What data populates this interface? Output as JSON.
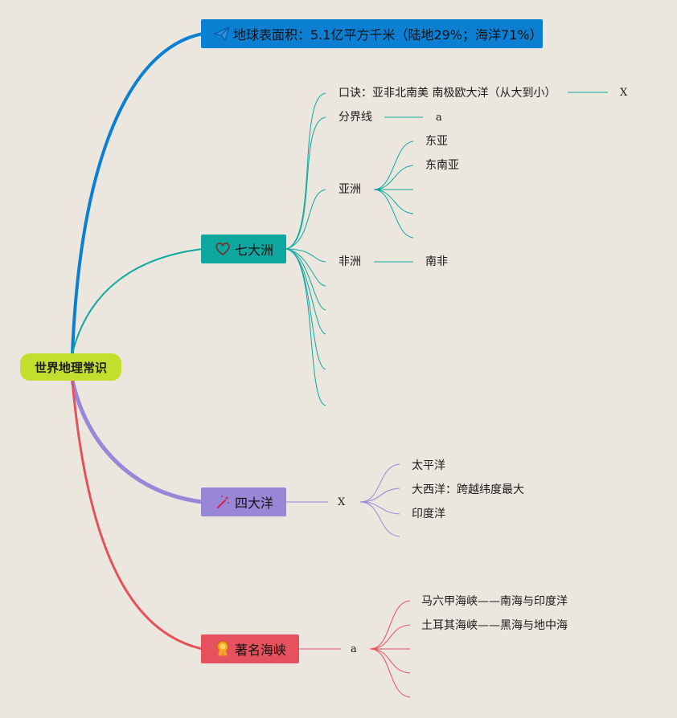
{
  "root": {
    "label": "世界地理常识"
  },
  "topics": {
    "area": {
      "label": "地球表面积：5.1亿平方千米（陆地29%；海洋71%）",
      "color": "#0b7fd1",
      "icon": "paper-plane-icon"
    },
    "continents": {
      "label": "七大洲",
      "color": "#0ea79f",
      "icon": "heart-icon"
    },
    "oceans": {
      "label": "四大洋",
      "color": "#9886d6",
      "icon": "magic-wand-icon"
    },
    "straits": {
      "label": "著名海峡",
      "color": "#e6515e",
      "icon": "award-icon"
    }
  },
  "continents": {
    "mnemonic": "口诀：亚非北南美 南极欧大洋（从大到小）",
    "mnemonic_child": "X",
    "boundary": "分界线",
    "boundary_child": "a",
    "asia": "亚洲",
    "asia_children": [
      "东亚",
      "东南亚"
    ],
    "africa": "非洲",
    "africa_children": [
      "南非"
    ]
  },
  "oceans": {
    "child": "X",
    "items": [
      "太平洋",
      "大西洋：跨越纬度最大",
      "印度洋"
    ]
  },
  "straits": {
    "child": "a",
    "items": [
      "马六甲海峡——南海与印度洋",
      "土耳其海峡——黑海与地中海"
    ]
  }
}
